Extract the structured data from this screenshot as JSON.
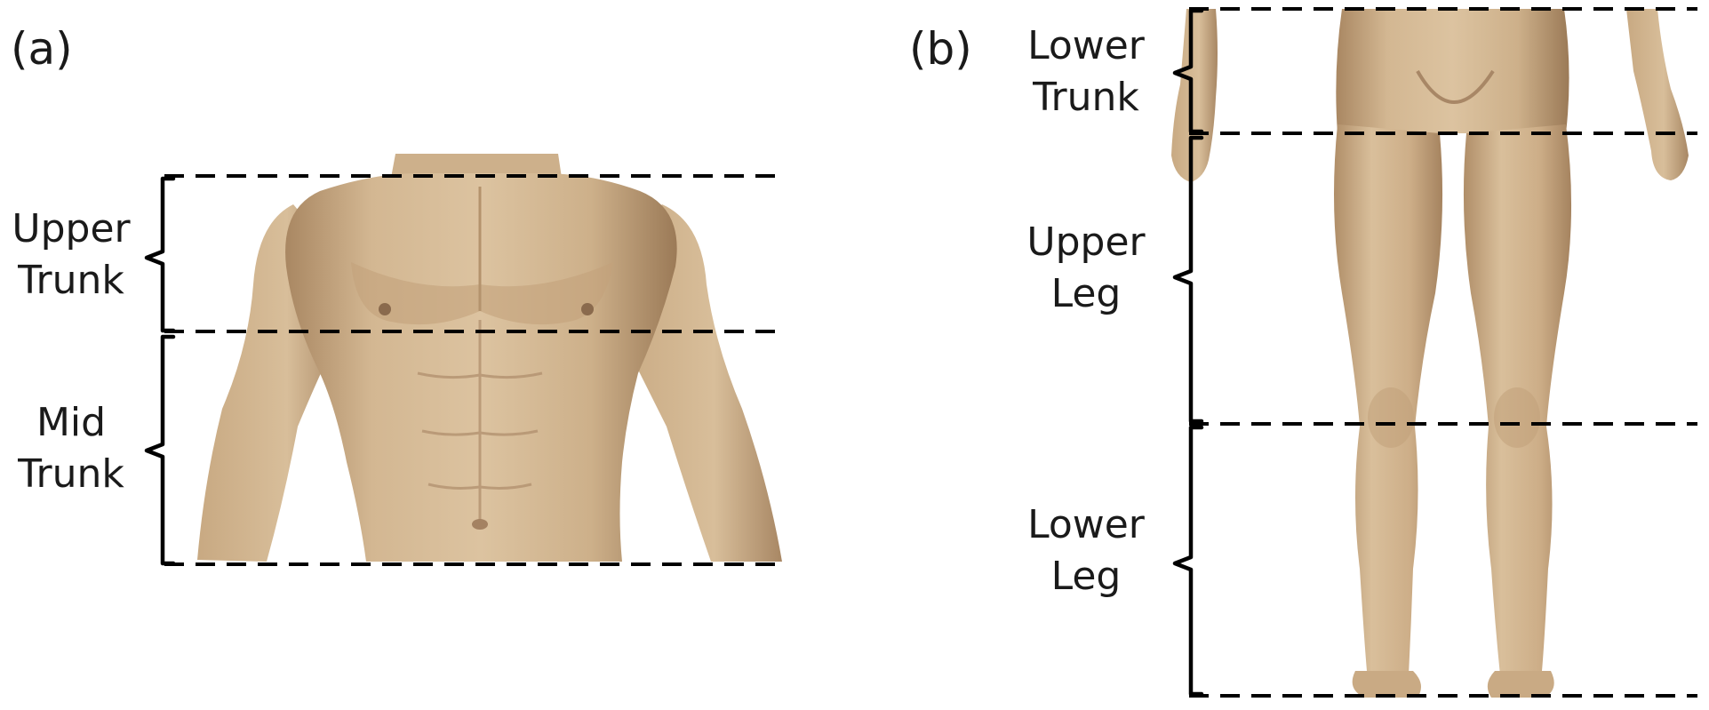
{
  "panels": {
    "a": {
      "label": "(a)",
      "regions": [
        {
          "line1": "Upper",
          "line2": "Trunk"
        },
        {
          "line1": "Mid",
          "line2": "Trunk"
        }
      ]
    },
    "b": {
      "label": "(b)",
      "regions": [
        {
          "line1": "Lower",
          "line2": "Trunk"
        },
        {
          "line1": "Upper",
          "line2": "Leg"
        },
        {
          "line1": "Lower",
          "line2": "Leg"
        }
      ]
    }
  },
  "colors": {
    "skin_light": "#d7bc97",
    "skin_mid": "#c4a37e",
    "skin_shadow": "#9f7f5c",
    "lines": "#000000"
  }
}
